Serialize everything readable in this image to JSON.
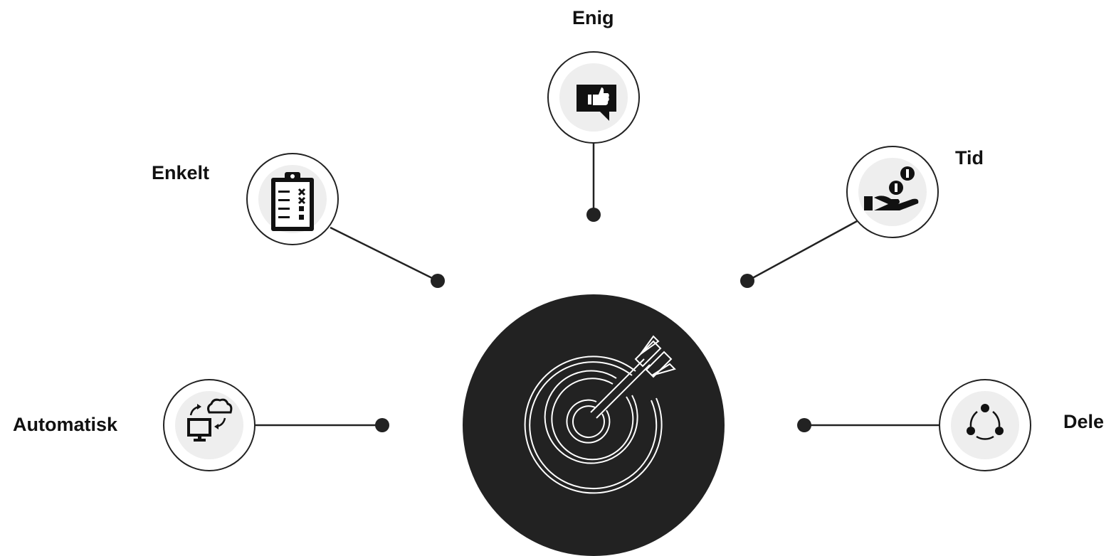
{
  "diagram": {
    "center": {
      "icon": "target-arrow-icon"
    },
    "nodes": [
      {
        "id": "enig",
        "label": "Enig",
        "icon": "thumbs-up-speech-bubble-icon"
      },
      {
        "id": "enkelt",
        "label": "Enkelt",
        "icon": "clipboard-checklist-icon"
      },
      {
        "id": "tid",
        "label": "Tid",
        "icon": "hand-coins-icon"
      },
      {
        "id": "automatisk",
        "label": "Automatisk",
        "icon": "computer-cloud-sync-icon"
      },
      {
        "id": "dele",
        "label": "Dele",
        "icon": "share-network-icon"
      }
    ]
  },
  "colors": {
    "center_fill": "#222222",
    "node_stroke": "#222222",
    "node_inner_fill": "#eeeeee",
    "icon": "#111111",
    "connector": "#222222"
  }
}
